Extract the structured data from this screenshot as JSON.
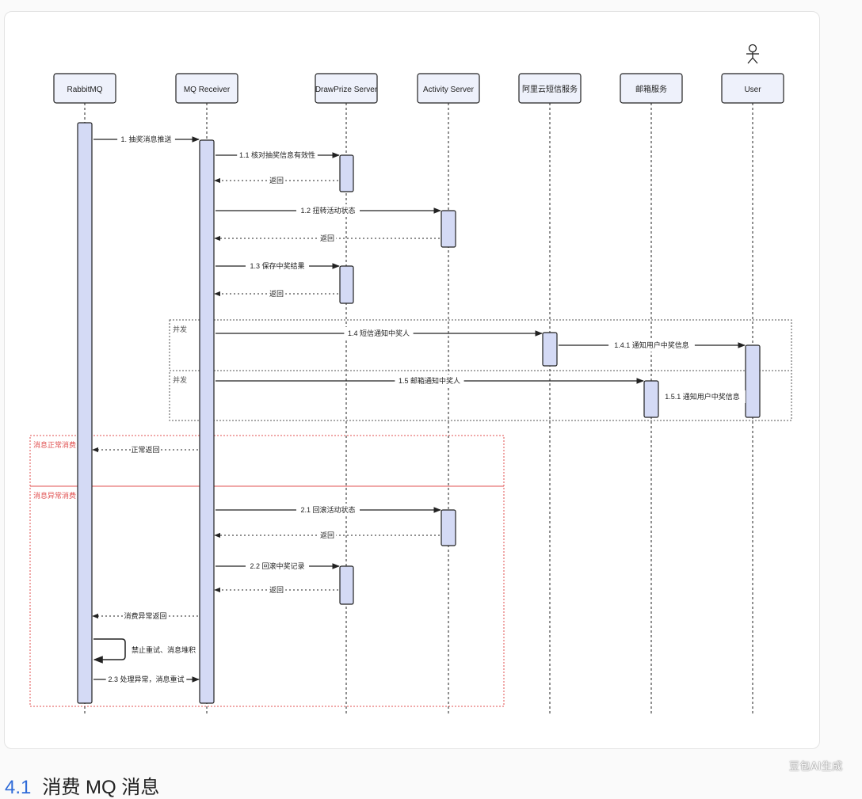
{
  "participants": [
    {
      "id": "rabbitmq",
      "label": "RabbitMQ"
    },
    {
      "id": "receiver",
      "label": "MQ Receiver"
    },
    {
      "id": "drawprize",
      "label": "DrawPrize Server"
    },
    {
      "id": "activity",
      "label": "Activity Server"
    },
    {
      "id": "sms",
      "label": "阿里云短信服务"
    },
    {
      "id": "mail",
      "label": "邮箱服务"
    },
    {
      "id": "user",
      "label": "User",
      "actor": true
    }
  ],
  "messages": [
    {
      "from": "rabbitmq",
      "to": "receiver",
      "label": "1. 抽奖消息推送",
      "style": "solid"
    },
    {
      "from": "receiver",
      "to": "drawprize",
      "label": "1.1 核对抽奖信息有效性",
      "style": "solid"
    },
    {
      "from": "drawprize",
      "to": "receiver",
      "label": "返回",
      "style": "dashed"
    },
    {
      "from": "receiver",
      "to": "activity",
      "label": "1.2 扭转活动状态",
      "style": "solid"
    },
    {
      "from": "activity",
      "to": "receiver",
      "label": "返回",
      "style": "dashed"
    },
    {
      "from": "receiver",
      "to": "drawprize",
      "label": "1.3 保存中奖结果",
      "style": "solid"
    },
    {
      "from": "drawprize",
      "to": "receiver",
      "label": "返回",
      "style": "dashed"
    },
    {
      "from": "receiver",
      "to": "sms",
      "label": "1.4 短信通知中奖人",
      "style": "solid"
    },
    {
      "from": "sms",
      "to": "user",
      "label": "1.4.1 通知用户中奖信息",
      "style": "solid"
    },
    {
      "from": "receiver",
      "to": "mail",
      "label": "1.5 邮箱通知中奖人",
      "style": "solid"
    },
    {
      "from": "mail",
      "to": "user",
      "label": "1.5.1 通知用户中奖信息",
      "style": "dashed"
    },
    {
      "from": "receiver",
      "to": "rabbitmq",
      "label": "正常返回",
      "style": "dashed"
    },
    {
      "from": "receiver",
      "to": "activity",
      "label": "2.1 回滚活动状态",
      "style": "solid"
    },
    {
      "from": "activity",
      "to": "receiver",
      "label": "返回",
      "style": "dashed"
    },
    {
      "from": "receiver",
      "to": "drawprize",
      "label": "2.2 回滚中奖记录",
      "style": "solid"
    },
    {
      "from": "drawprize",
      "to": "receiver",
      "label": "返回",
      "style": "dashed"
    },
    {
      "from": "receiver",
      "to": "rabbitmq",
      "label": "消费异常返回",
      "style": "dashed"
    },
    {
      "from": "rabbitmq",
      "to": "rabbitmq",
      "label": "禁止重试、消息堆积",
      "style": "self"
    },
    {
      "from": "rabbitmq",
      "to": "receiver",
      "label": "2.3 处理异常，消息重试",
      "style": "solid"
    }
  ],
  "fragments": [
    {
      "label": "并发",
      "color": "#555555"
    },
    {
      "label": "并发",
      "color": "#555555"
    },
    {
      "label": "消息正常消费",
      "color": "#e05050"
    },
    {
      "label": "消息异常消费",
      "color": "#e05050"
    }
  ],
  "colors": {
    "box_fill": "#eef1fb",
    "activation_fill": "#d4daf5",
    "line": "#222222",
    "alt_border": "#e05050",
    "heading_number": "#2f6bd8"
  },
  "heading": {
    "number": "4.1",
    "text": "消费 MQ 消息"
  },
  "watermark": "豆包AI生成"
}
